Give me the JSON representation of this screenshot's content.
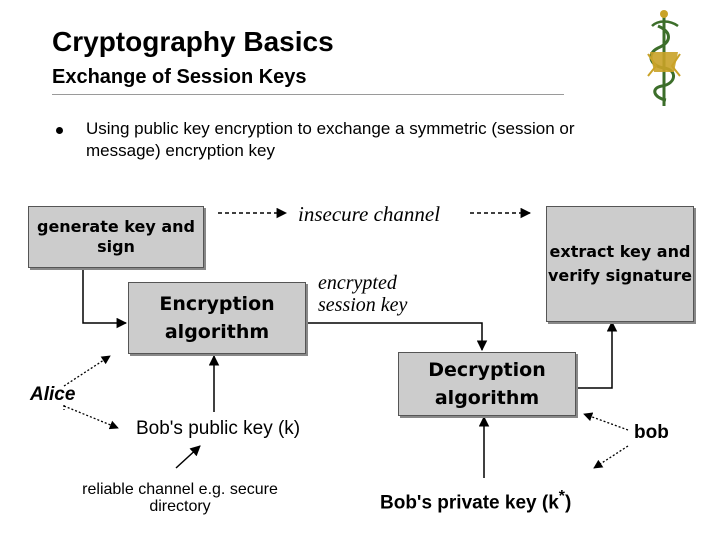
{
  "slide": {
    "title": "Cryptography Basics",
    "subtitle": "Exchange of Session Keys",
    "bullet": "Using public key encryption to exchange a symmetric (session or message) encryption key"
  },
  "diagram": {
    "generate_box": "generate key and sign",
    "encryption_box": "Encryption algorithm",
    "extract_box": "extract key and verify signature",
    "decryption_box": "Decryption algorithm",
    "insecure_channel": "insecure channel",
    "encrypted_session_key": "encrypted session key",
    "alice": "Alice",
    "bob_public_key": "Bob's public key (k)",
    "reliable_channel": "reliable channel e.g. secure directory",
    "bob_private_key": "Bob's private key (k",
    "bob_private_key_star": "*",
    "bob_private_key_close": ")",
    "bob": "bob"
  },
  "colors": {
    "box_fill": "#cccccc",
    "box_border": "#555555",
    "logo_green": "#3c6e2a",
    "logo_gold": "#c9a227"
  },
  "icons": {
    "logo": "caduceus-logo-icon"
  }
}
